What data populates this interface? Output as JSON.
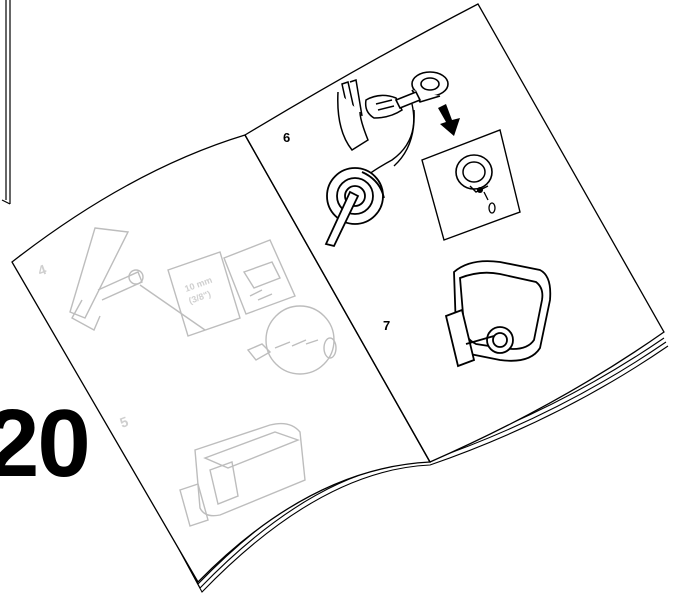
{
  "page_number": "20",
  "booklet": {
    "right_page": {
      "steps": [
        {
          "label": "6"
        },
        {
          "label": "7"
        }
      ]
    },
    "left_page": {
      "steps": [
        {
          "label": "4"
        },
        {
          "label": "5"
        }
      ],
      "callout_text_line1": "10 mm",
      "callout_text_line2": "(3/8\")"
    }
  },
  "colors": {
    "line": "#000000",
    "faded_line": "#bdbdbd",
    "paper": "#ffffff"
  },
  "icons": [
    "arrow-down-icon",
    "hand-icon",
    "magnifier-callout-icon",
    "lock-icon",
    "tool-box-icon"
  ]
}
